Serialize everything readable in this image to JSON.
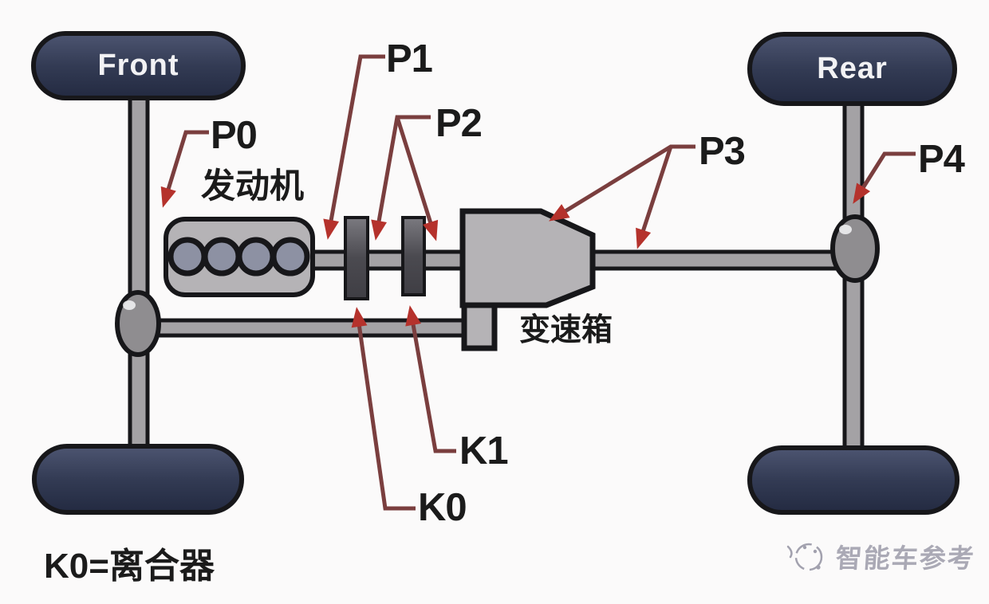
{
  "wheels": {
    "front": "Front",
    "rear": "Rear"
  },
  "position_labels": {
    "p0": "P0",
    "p1": "P1",
    "p2": "P2",
    "p3": "P3",
    "p4": "P4"
  },
  "clutch_labels": {
    "k0": "K0",
    "k1": "K1"
  },
  "components": {
    "engine": "发动机",
    "gearbox": "变速箱"
  },
  "legend": {
    "text": "K0=离合器"
  },
  "watermark": {
    "brand": "智能车参考",
    "logo": "sketch-face-logo"
  },
  "colors": {
    "background": "#fbfafa",
    "outline": "#17171a",
    "wheel_fill": "#333b54",
    "wheel_text": "#f2f2f4",
    "metal_fill": "#b5b3b6",
    "shaft_fill": "#a4a2a5",
    "clutch_fill": "#5a5960",
    "diff_fill": "#8f8d90",
    "engine_cylinder_fill": "#8d91a3",
    "arrow_line": "#7a3e3e",
    "arrow_head": "#b5322c",
    "label_text": "#1b1b1b",
    "watermark_text": "#a2a1ae"
  }
}
